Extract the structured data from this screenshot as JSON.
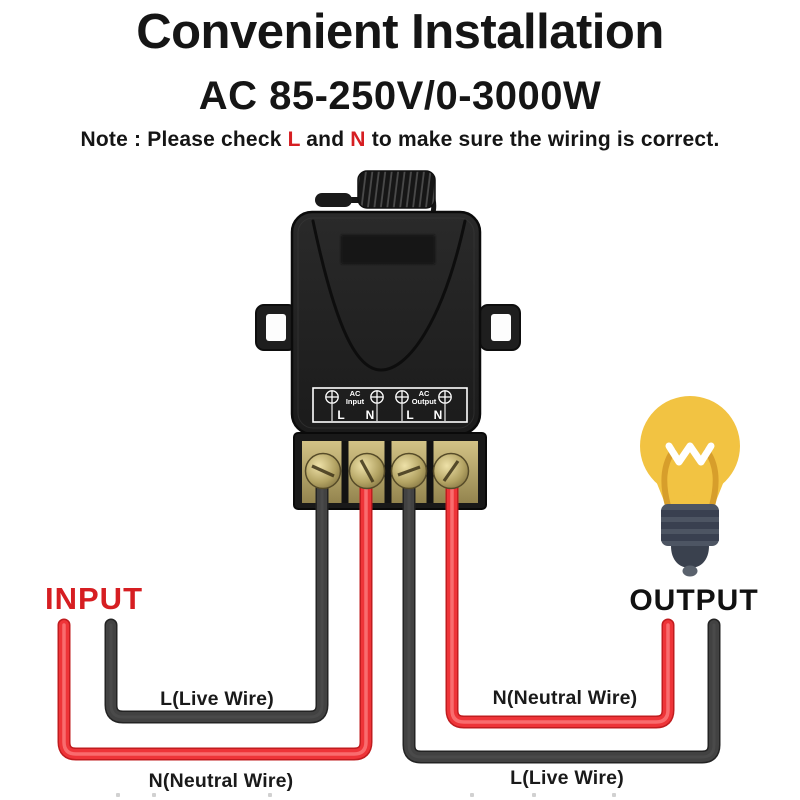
{
  "header": {
    "title": "Convenient Installation",
    "subtitle": "AC 85-250V/0-3000W",
    "note": {
      "prefix": "Note : Please check ",
      "live_letter": "L",
      "mid": " and ",
      "neutral_letter": "N",
      "suffix": " to make sure the wiring is correct."
    }
  },
  "device": {
    "panel": {
      "input": {
        "line1": "AC",
        "line2": "Input",
        "terminals": [
          "L",
          "N"
        ]
      },
      "output": {
        "line1": "AC",
        "line2": "Output",
        "terminals": [
          "L",
          "N"
        ]
      }
    }
  },
  "wiring": {
    "input_label": "INPUT",
    "output_label": "OUTPUT",
    "input_live": "L(Live Wire)",
    "input_neutral": "N(Neutral Wire)",
    "output_neutral": "N(Neutral Wire)",
    "output_live": "L(Live Wire)"
  },
  "colors": {
    "accent-red": "#d61e22",
    "wire-red": "#ee3438",
    "wire-red-underlay": "#c01c1f",
    "wire-red-highlight": "#ff8a8c",
    "wire-black": "#424242",
    "wire-black-underlay": "#232323",
    "bulb-yellow": "#f2c342",
    "bulb-stem": "#d79e2b",
    "bulb-base": "#4d5563",
    "bulb-base-stripe": "#394050",
    "text-black": "#151515"
  }
}
